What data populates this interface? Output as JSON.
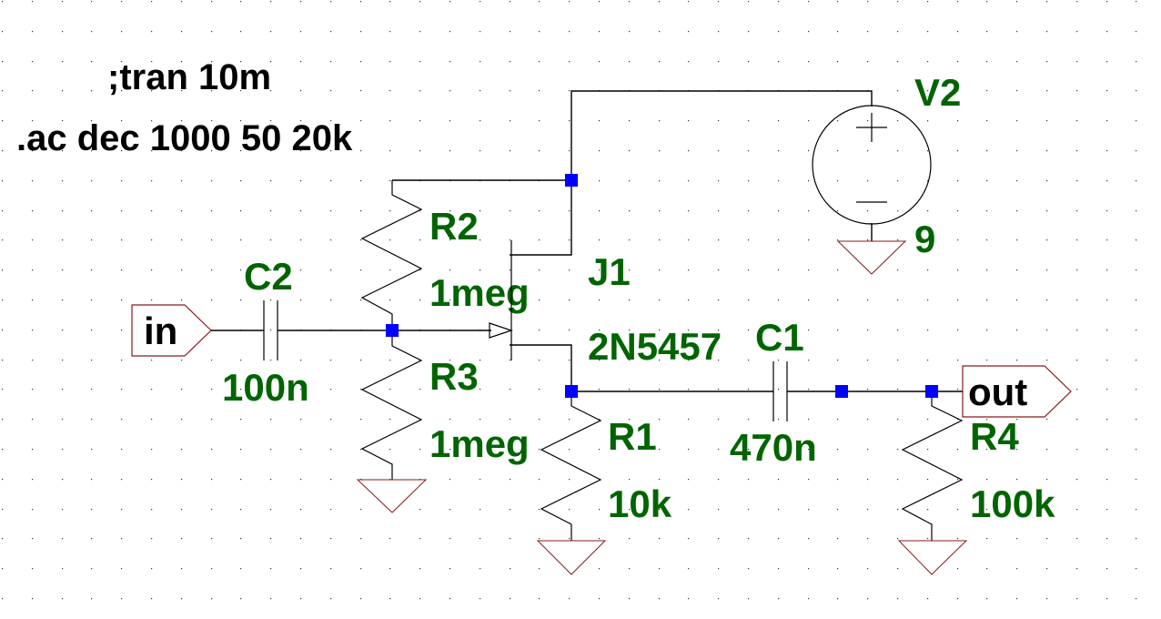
{
  "schematic": {
    "directives": {
      "tran": ";tran 10m",
      "ac": ".ac dec 1000 50 20k"
    },
    "components": {
      "V2": {
        "ref": "V2",
        "value": "9",
        "type": "voltage-source"
      },
      "R2": {
        "ref": "R2",
        "value": "1meg",
        "type": "resistor"
      },
      "R3": {
        "ref": "R3",
        "value": "1meg",
        "type": "resistor"
      },
      "R1": {
        "ref": "R1",
        "value": "10k",
        "type": "resistor"
      },
      "R4": {
        "ref": "R4",
        "value": "100k",
        "type": "resistor"
      },
      "C2": {
        "ref": "C2",
        "value": "100n",
        "type": "capacitor"
      },
      "C1": {
        "ref": "C1",
        "value": "470n",
        "type": "capacitor"
      },
      "J1": {
        "ref": "J1",
        "value": "2N5457",
        "type": "njf"
      }
    },
    "ports": {
      "in": "in",
      "out": "out"
    },
    "colors": {
      "label": "#006400",
      "junction": "#0000ff",
      "ground": "#8b1a1a",
      "wire": "#000000"
    }
  }
}
